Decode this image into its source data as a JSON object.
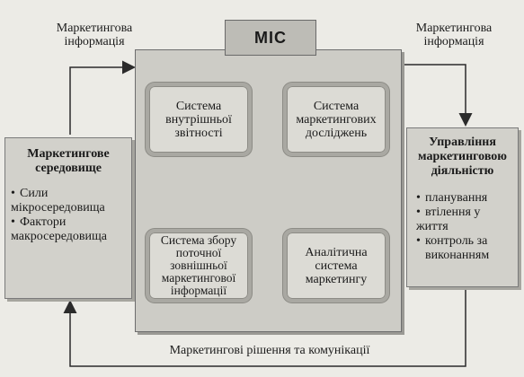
{
  "title": "МІС",
  "labels": {
    "info_left": [
      "Маркетингова",
      "інформація"
    ],
    "info_right": [
      "Маркетингова",
      "інформація"
    ],
    "bottom": "Маркетингові рішення та комунікації"
  },
  "subsystems": {
    "internal": [
      "Система",
      "внутрішньої",
      "звітності"
    ],
    "research": [
      "Система",
      "маркетингових",
      "досліджень"
    ],
    "external": [
      "Система збору",
      "поточної",
      "зовнішньої",
      "маркетингової",
      "інформації"
    ],
    "analytical": [
      "Аналітична",
      "система",
      "маркетингу"
    ]
  },
  "environment": {
    "title": [
      "Маркетингове",
      "середовище"
    ],
    "items": [
      [
        "Сили",
        "мікросередовища"
      ],
      [
        "Фактори",
        "макросередовища"
      ]
    ]
  },
  "management": {
    "title": [
      "Управління",
      "маркетинговою",
      "діяльністю"
    ],
    "items": [
      [
        "планування"
      ],
      [
        "втілення у життя"
      ],
      [
        "контроль за",
        "виконанням"
      ]
    ]
  }
}
